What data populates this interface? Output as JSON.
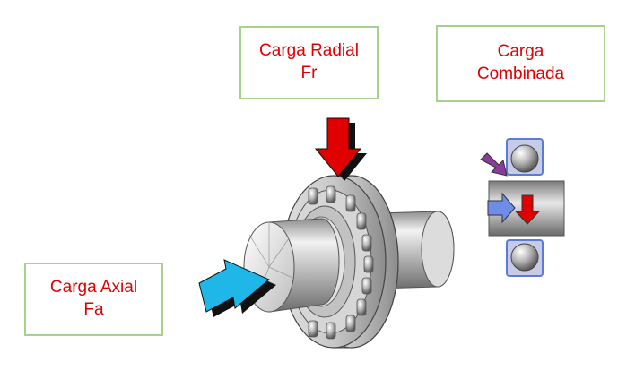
{
  "labels": {
    "radial": {
      "line1": "Carga Radial",
      "line2": "Fr"
    },
    "combined": {
      "line1": "Carga",
      "line2": "Combinada"
    },
    "axial": {
      "line1": "Carga Axial",
      "line2": "Fa"
    }
  },
  "colors": {
    "label_text": "#e00000",
    "box_border": "#a9d18e",
    "radial_arrow": "#e00000",
    "axial_arrow": "#1fb6e8",
    "combined_axial_arrow": "#6f8ce8",
    "combined_diagonal_arrow": "#8a3c9a",
    "bearing_outline": "#5b7bd5"
  },
  "icons": {
    "radial_arrow": "arrow-down-icon",
    "axial_arrow": "arrow-right-icon",
    "combined_diagonal_arrow": "arrow-down-right-icon"
  }
}
